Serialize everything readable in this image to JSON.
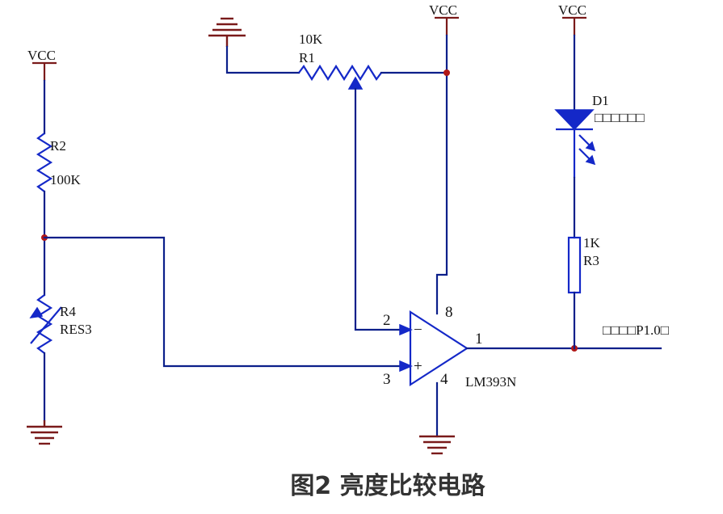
{
  "caption": "图2   亮度比较电路",
  "vcc": {
    "label": "VCC"
  },
  "r1": {
    "value": "10K",
    "ref": "R1"
  },
  "r2": {
    "ref": "R2",
    "value": "100K"
  },
  "r3": {
    "value": "1K",
    "ref": "R3"
  },
  "r4": {
    "ref": "R4",
    "value": "RES3"
  },
  "d1": {
    "ref": "D1",
    "note": "□□□□□□"
  },
  "comparator": {
    "part": "LM393N",
    "pin_minus_num": "2",
    "pin_plus_num": "3",
    "pin_out_num": "1",
    "pin_vcc_num": "8",
    "pin_gnd_num": "4",
    "minus_sign": "−",
    "plus_sign": "+"
  },
  "output_net": "□□□□P1.0□",
  "colors": {
    "wire": "#0b1f8a",
    "component": "#1428c8",
    "lead": "#7a1a1a",
    "junction": "#b01818"
  }
}
